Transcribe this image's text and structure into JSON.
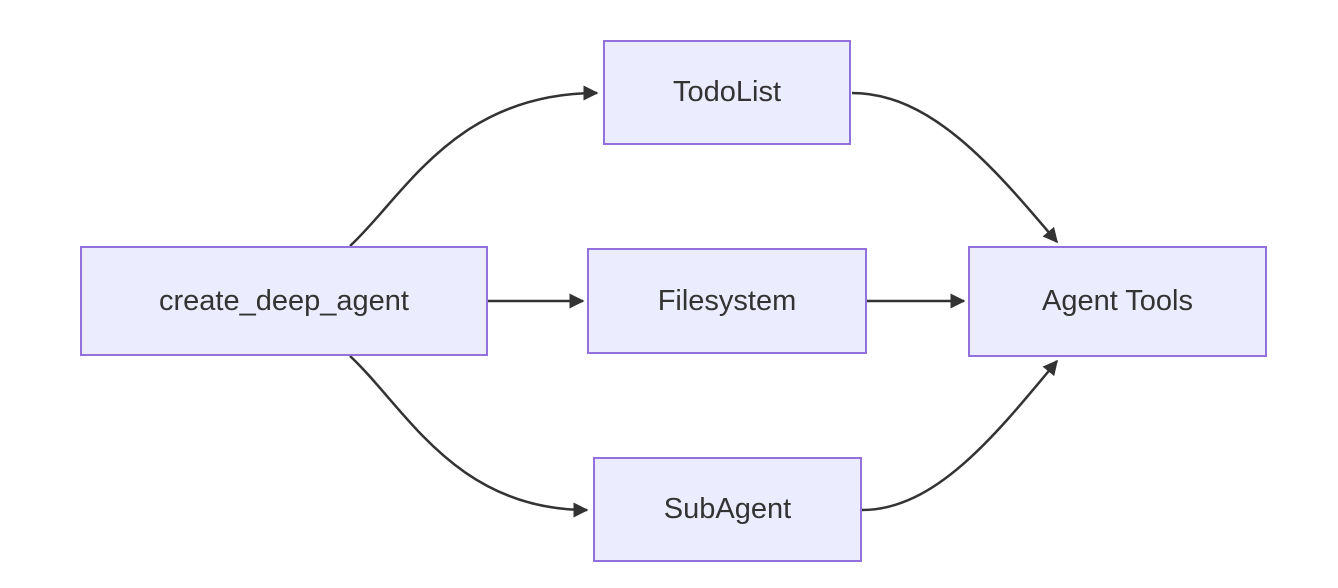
{
  "diagram": {
    "type": "flowchart",
    "direction": "left-to-right",
    "background_color": "#ffffff",
    "node_fill_color": "#ECECFF",
    "node_border_color": "#9370DB",
    "edge_color": "#333333",
    "text_color": "#333333",
    "nodes": [
      {
        "id": "create_deep_agent",
        "label": "create_deep_agent"
      },
      {
        "id": "TodoList",
        "label": "TodoList"
      },
      {
        "id": "Filesystem",
        "label": "Filesystem"
      },
      {
        "id": "SubAgent",
        "label": "SubAgent"
      },
      {
        "id": "AgentTools",
        "label": "Agent Tools"
      }
    ],
    "edges": [
      {
        "from": "create_deep_agent",
        "to": "TodoList"
      },
      {
        "from": "create_deep_agent",
        "to": "Filesystem"
      },
      {
        "from": "create_deep_agent",
        "to": "SubAgent"
      },
      {
        "from": "TodoList",
        "to": "Agent Tools"
      },
      {
        "from": "Filesystem",
        "to": "Agent Tools"
      },
      {
        "from": "SubAgent",
        "to": "Agent Tools"
      }
    ]
  }
}
